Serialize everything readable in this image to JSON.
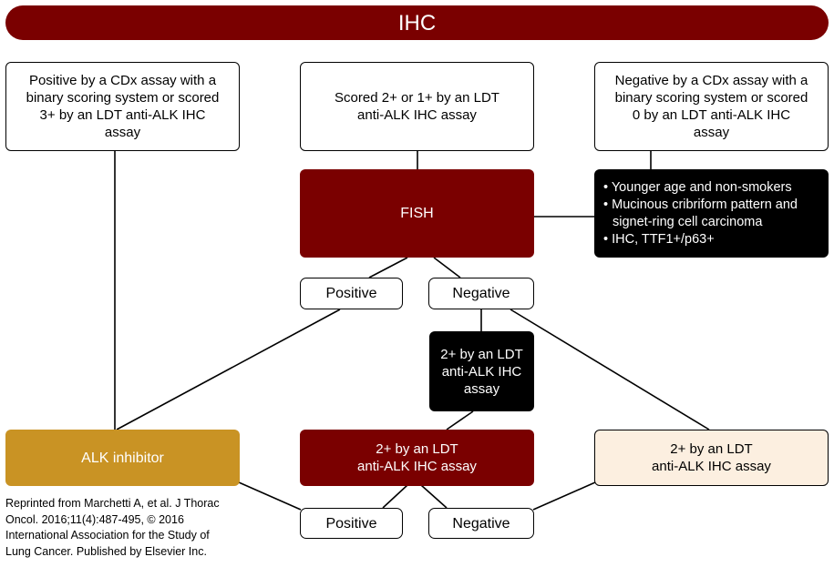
{
  "header": {
    "title": "IHC"
  },
  "boxes": {
    "positive_cdx": "Positive by a CDx assay with a\nbinary scoring system or scored\n3+ by an LDT anti-ALK IHC\nassay",
    "scored_2_1": "Scored 2+ or 1+ by an LDT\nanti-ALK IHC assay",
    "negative_cdx": "Negative by a CDx assay with a\nbinary scoring system or scored\n0 by an LDT anti-ALK IHC\nassay",
    "fish": "FISH",
    "criteria": [
      "Younger age and non-smokers",
      "Mucinous cribriform pattern and signet-ring cell carcinoma",
      "IHC, TTF1+/p63+"
    ],
    "fish_positive": "Positive",
    "fish_negative": "Negative",
    "ldt_black": "2+ by an LDT\nanti-ALK IHC\nassay",
    "alk_inhibitor": "ALK inhibitor",
    "ldt_maroon": "2+ by an LDT\nanti-ALK IHC assay",
    "ldt_cream": "2+ by an LDT\nanti-ALK IHC assay",
    "bottom_positive": "Positive",
    "bottom_negative": "Negative"
  },
  "caption": "Reprinted from Marchetti A, et al. J Thorac\nOncol. 2016;11(4):487-495, © 2016\nInternational Association for the Study of\nLung Cancer. Published by Elsevier Inc.",
  "colors": {
    "maroon": "#7a0000",
    "gold": "#c99324",
    "cream": "#fcefe0",
    "black": "#000000"
  }
}
